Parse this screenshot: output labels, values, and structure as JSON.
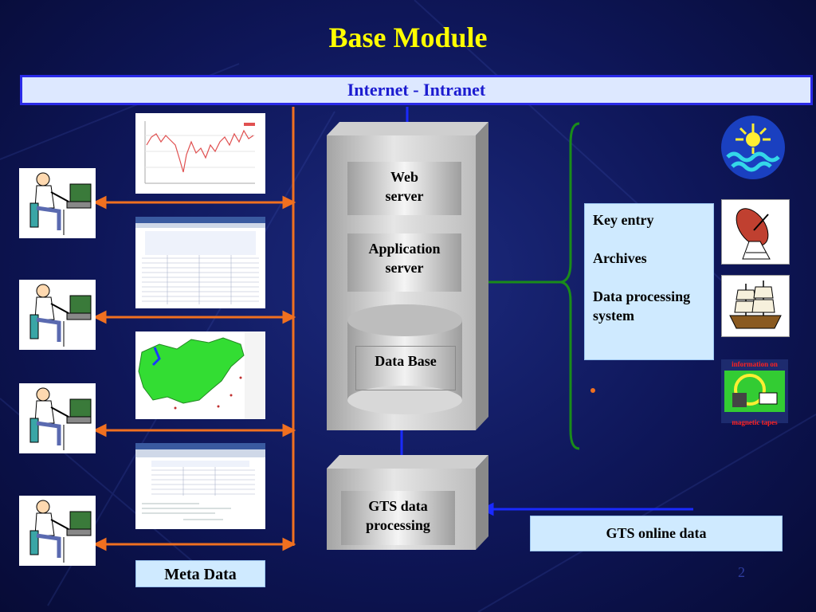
{
  "title": "Base Module",
  "network_label": "Internet - Intranet",
  "server": {
    "web": [
      "Web",
      "server"
    ],
    "application": [
      "Application",
      "server"
    ],
    "database": "Data Base"
  },
  "gts_processing": [
    "GTS data",
    "processing"
  ],
  "key_entry_list": [
    "Key entry",
    "Archives",
    "Data processing system"
  ],
  "gts_online": "GTS online data",
  "meta_data": "Meta Data",
  "tape_icon_text": [
    "information on",
    "magnetic tapes"
  ],
  "page_number": "2",
  "colors": {
    "background": "#0e1658",
    "title": "#ffff00",
    "connector_orange": "#f07020",
    "connector_green": "#1a8c1a",
    "connector_blue": "#1a2aff"
  }
}
